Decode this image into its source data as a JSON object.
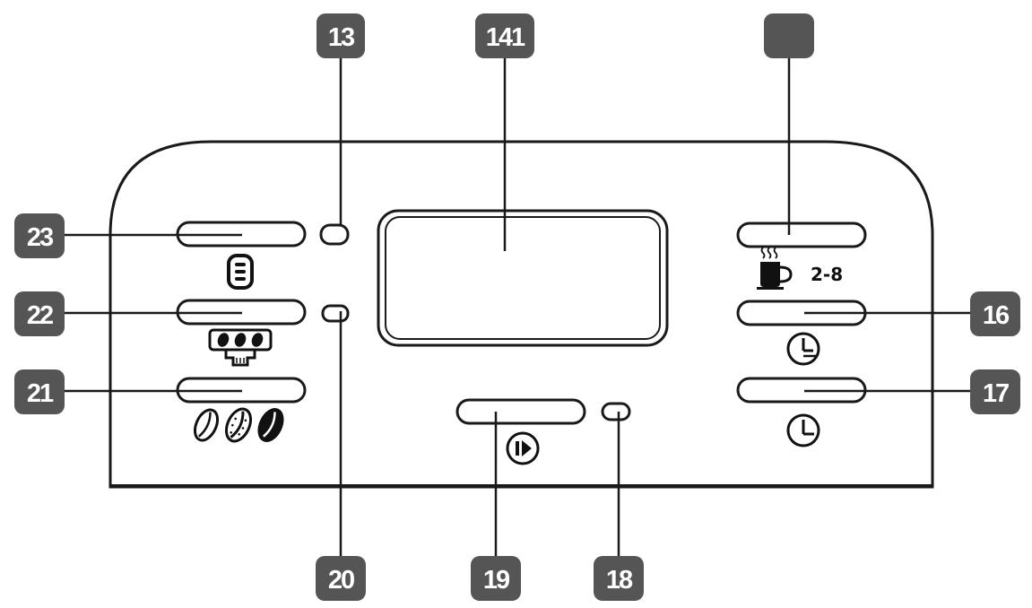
{
  "callouts": {
    "c13": "13",
    "c141": "141",
    "c15": "",
    "c16": "16",
    "c17": "17",
    "c18": "18",
    "c19": "19",
    "c20": "20",
    "c21": "21",
    "c22": "22",
    "c23": "23"
  },
  "panel": {
    "cups_label": "2-8"
  },
  "icons": {
    "menu": "menu-icon",
    "grinder": "grinder-icon",
    "coffee_beans": "coffee-beans-icon",
    "coffee_cup": "coffee-cup-icon",
    "clock_set": "clock-set-icon",
    "clock": "clock-icon",
    "start": "start-icon"
  },
  "colors": {
    "badge": "#555555",
    "line": "#1a1a1a",
    "panel_fill": "#ffffff"
  }
}
